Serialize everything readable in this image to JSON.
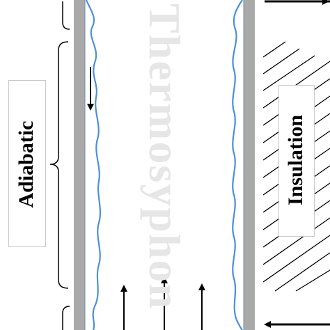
{
  "labels": {
    "adiabatic": "Adiabatic",
    "insulation": "Insulation",
    "watermark": "Thermosyphon"
  },
  "colors": {
    "wall": "#a9a9a9",
    "fluid": "#4a90d9",
    "arrow": "#000000",
    "watermark": "#e6e6e6"
  }
}
